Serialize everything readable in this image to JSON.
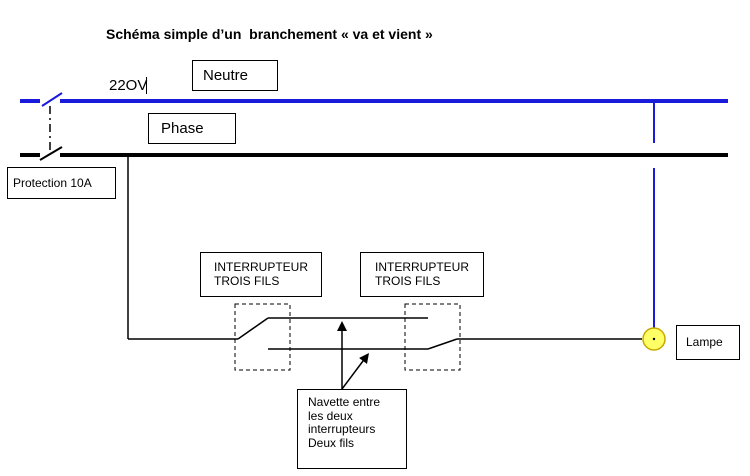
{
  "title": "Schéma simple d’un  branchement « va et vient »",
  "labels": {
    "voltage": "22OV",
    "neutre": "Neutre",
    "phase": "Phase",
    "protection": "Protection 10A",
    "switch1": [
      "INTERRUPTEUR",
      "TROIS FILS"
    ],
    "switch2": [
      "INTERRUPTEUR",
      "TROIS FILS"
    ],
    "lampe": "Lampe",
    "navette": [
      "Navette entre",
      "les deux",
      "interrupteurs",
      "Deux fils"
    ]
  },
  "colors": {
    "neutre_wire": "#1a1adb",
    "phase_wire": "#000000",
    "lamp_fill": "#ffff66",
    "lamp_stroke": "#c8a800"
  }
}
